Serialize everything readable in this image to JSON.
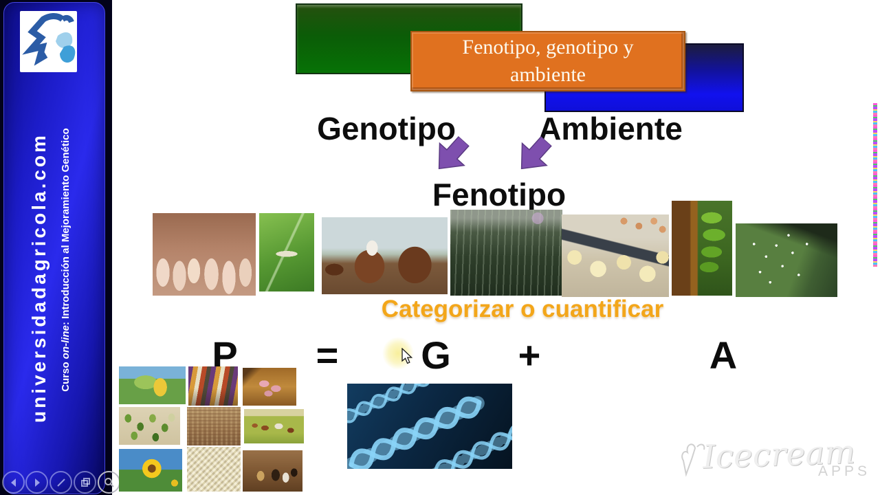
{
  "sidebar": {
    "site_label": "universidadagricola.com",
    "course_prefix": "Curso ",
    "course_italic": "on-line",
    "course_suffix": ": Introducción al Mejoramiento Genético"
  },
  "icons": {
    "sidebar_logo": "bull-and-leaves-logo",
    "sidebar_controls": [
      "back-arrow",
      "forward-arrow",
      "pen",
      "slides",
      "magnifier"
    ],
    "diagram_arrows": [
      "purple-arrow-down-left",
      "purple-arrow-down-left"
    ]
  },
  "slide": {
    "title": "Fenotipo, genotipo y ambiente",
    "node_genotipo": "Genotipo",
    "node_ambiente": "Ambiente",
    "node_fenotipo": "Fenotipo",
    "caption": "Categorizar o cuantificar",
    "equation": {
      "p": "P",
      "equals": "=",
      "g": "G",
      "plus": "+",
      "a": "A"
    },
    "photo_row": [
      "piglets-nursing",
      "caterpillar-on-leaf",
      "brown-cows",
      "maize-field",
      "chicks-and-eggs",
      "green-bananas",
      "leaf-with-whiteflies"
    ],
    "collage": [
      "corn-plant",
      "colorful-carrots",
      "piglets-in-straw",
      "green-produce",
      "grain-field",
      "grazing-cattle",
      "sunflower",
      "duck-flock",
      "goats-in-barn"
    ],
    "dna_image": "dna-helix"
  },
  "watermark": {
    "brand": "Icecream",
    "sub": "APPS"
  },
  "colors": {
    "sidebar_blue": "#2a2aec",
    "box_green": "#0b5c07",
    "box_blue": "#1111ee",
    "box_orange": "#e0711f",
    "arrow_purple": "#7e4fae",
    "caption_gold": "#f3a61a",
    "dna_strand_blue": "#8ad4f8"
  }
}
